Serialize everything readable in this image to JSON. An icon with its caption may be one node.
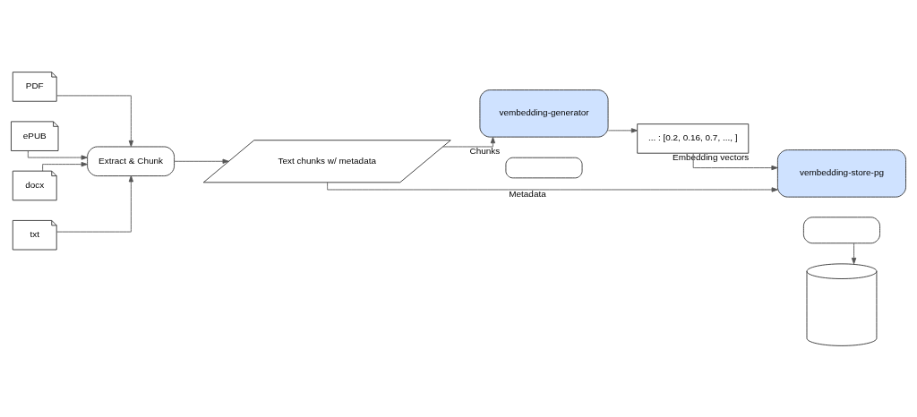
{
  "diagram": {
    "nodes": [
      {
        "text": [
          "PDF"
        ]
      },
      {
        "text": [
          "ePUB"
        ]
      },
      {
        "text": [
          "docx"
        ]
      },
      {
        "text": [
          "txt"
        ]
      },
      {
        "text": [
          "Extract & Chunk"
        ]
      },
      {
        "text": [
          "Text chunks w/ metadata"
        ]
      },
      {
        "text": [
          "vembedding-generator"
        ]
      },
      {
        "text": [],
        "shape": "box"
      },
      {
        "text": [
          "... : [0.2, 0.16, 0.7, ..., ]"
        ],
        "beside": [
          "Embedding vectors"
        ]
      },
      {
        "text": [
          "vembedding-store-pg"
        ]
      },
      {
        "text": [],
        "shape": "box"
      },
      {
        "text": [],
        "shape": "cylinder"
      }
    ],
    "edges": [
      {
        "from": 0,
        "to": 4,
        "arrow": "to"
      },
      {
        "from": 1,
        "to": 4,
        "arrow": "to"
      },
      {
        "from": 2,
        "to": 4,
        "arrow": "to"
      },
      {
        "from": 3,
        "to": 4,
        "arrow": "to"
      },
      {
        "from": 4,
        "to": 5,
        "arrow": "to"
      },
      {
        "from": 5,
        "to": 6,
        "arrow": "to",
        "label": "Chunks"
      },
      {
        "from": 6,
        "to": 8,
        "arrow": "to"
      },
      {
        "from": 8,
        "to": 9,
        "arrow": "to"
      },
      {
        "from": 5,
        "to": 9,
        "arrow": "to",
        "label": "Metadata"
      },
      {
        "from": 10,
        "to": 11,
        "arrow": "to"
      }
    ]
  }
}
